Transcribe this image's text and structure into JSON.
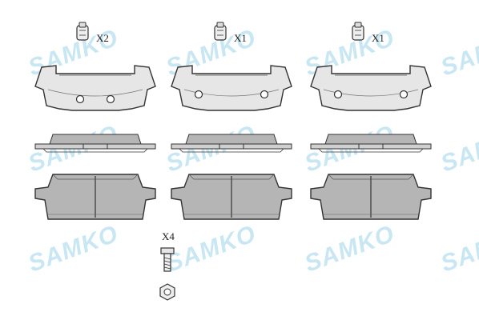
{
  "watermark": {
    "text": "SAMKO",
    "color": "#bfe3f2"
  },
  "quantities": {
    "clip_left": "X2",
    "clip_middle": "X1",
    "clip_right": "X1",
    "bolt": "X4"
  },
  "colors": {
    "outline": "#333333",
    "pad_fill": "#e6e6e6",
    "friction_fill": "#b5b5b5",
    "shim_fill": "#d0d0d0"
  },
  "icons": [
    "spring-clip-icon",
    "bolt-icon",
    "nut-icon"
  ]
}
